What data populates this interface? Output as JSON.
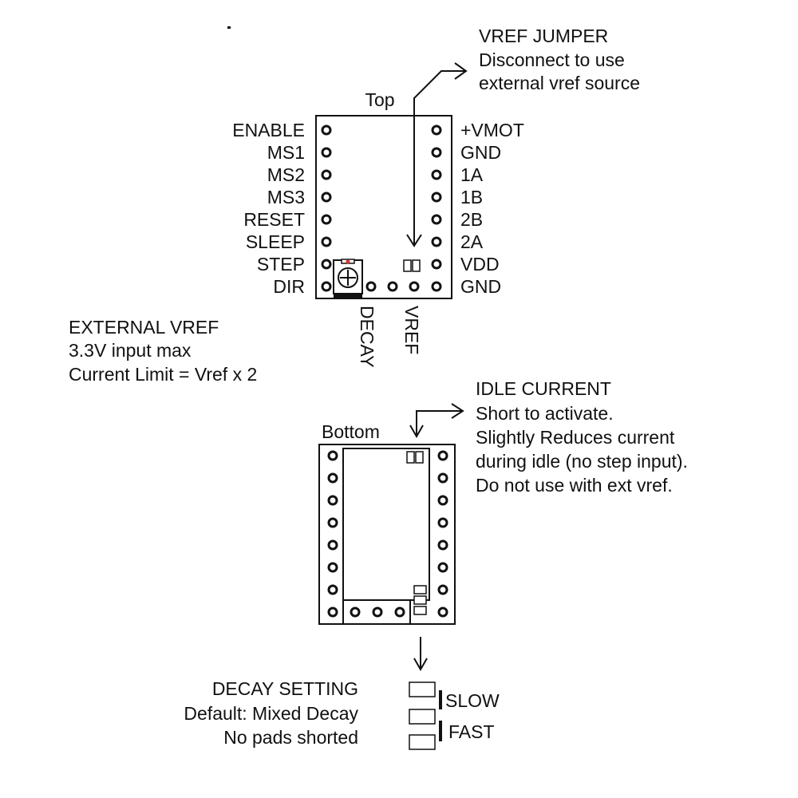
{
  "top": {
    "title": "Top",
    "left_pins": [
      "ENABLE",
      "MS1",
      "MS2",
      "MS3",
      "RESET",
      "SLEEP",
      "STEP",
      "DIR"
    ],
    "right_pins": [
      "+VMOT",
      "GND",
      "1A",
      "1B",
      "2B",
      "2A",
      "VDD",
      "GND"
    ],
    "bottom_labels": {
      "decay": "DECAY",
      "vref": "VREF"
    }
  },
  "vref_jumper": {
    "title": "VREF JUMPER",
    "lines": [
      "Disconnect to use",
      "external vref source"
    ]
  },
  "external_vref": {
    "title": "EXTERNAL VREF",
    "lines": [
      "3.3V input max",
      "Current Limit = Vref x 2"
    ]
  },
  "idle_current": {
    "title": "IDLE CURRENT",
    "lines": [
      "Short to activate.",
      "Slightly Reduces current",
      "during idle (no step input).",
      "Do not use with ext vref."
    ]
  },
  "bottom": {
    "title": "Bottom"
  },
  "decay_setting": {
    "title": "DECAY SETTING",
    "lines": [
      "Default: Mixed Decay",
      "No pads shorted"
    ],
    "slow": "SLOW",
    "fast": "FAST"
  },
  "colors": {
    "ink": "#111111",
    "pot_marker": "#e03030"
  }
}
